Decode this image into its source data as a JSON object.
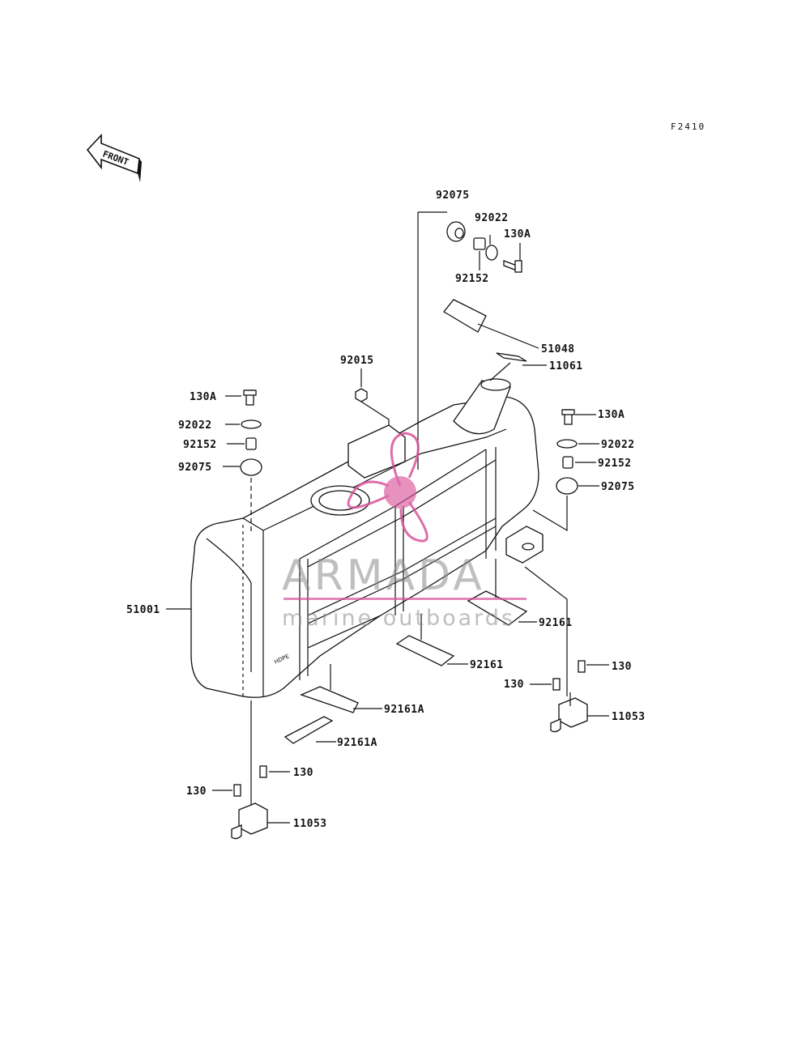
{
  "figure_code": "F2410",
  "front_arrow_label": "FRONT",
  "watermark": {
    "brand": "ARMADA",
    "tagline": "marine outboards",
    "accent_color": "#d9539a",
    "text_color": "#8a8a8a"
  },
  "parts": {
    "p92075_top": "92075",
    "p92022_top": "92022",
    "p130A_top": "130A",
    "p92152_top": "92152",
    "p51048": "51048",
    "p11061": "11061",
    "p92015": "92015",
    "p130A_left": "130A",
    "p92022_left": "92022",
    "p92152_left": "92152",
    "p92075_left": "92075",
    "p130A_right": "130A",
    "p92022_right": "92022",
    "p92152_right": "92152",
    "p92075_right": "92075",
    "p51001": "51001",
    "p92161_right": "92161",
    "p92161_mid": "92161",
    "p130_right_a": "130",
    "p130_right_b": "130",
    "p11053_right": "11053",
    "p92161A_a": "92161A",
    "p92161A_b": "92161A",
    "p130_left_a": "130",
    "p130_left_b": "130",
    "p11053_left": "11053"
  }
}
